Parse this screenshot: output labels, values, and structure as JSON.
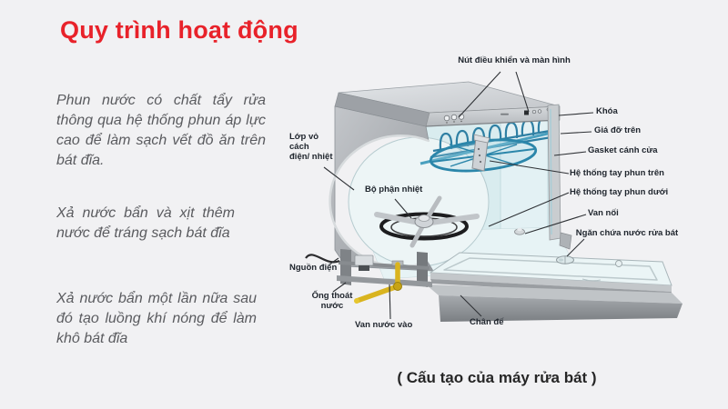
{
  "title": {
    "text": "Quy trình hoạt động"
  },
  "steps": [
    {
      "text": "Phun nước có chất tẩy rửa thông qua hệ thống phun áp lực cao để làm sạch vết đồ ăn trên bát đĩa."
    },
    {
      "text": "Xả nước bẩn và xịt thêm nước để tráng sạch bát đĩa"
    },
    {
      "text": "Xả nước bẩn một lần nữa sau đó tạo luồng khí nóng để làm khô bát đĩa"
    }
  ],
  "caption": "( Cấu tạo của máy rửa bát )",
  "diagram": {
    "labels": {
      "controls": "Nút điều khiển và màn hình",
      "lock": "Khóa",
      "upper_rack": "Giá đỡ trên",
      "door_gasket": "Gasket cánh cửa",
      "upper_spray": "Hệ thống tay phun trên",
      "lower_spray": "Hệ thống tay phun dưới",
      "connector_valve": "Van nối",
      "detergent": "Ngăn chứa nước rửa bát",
      "insulation": "Lớp vỏ\ncách\nđiện/ nhiệt",
      "heater": "Bộ phận nhiệt",
      "power": "Nguồn điện",
      "drain": "Ống thoát\nnước",
      "inlet_valve": "Van nước vào",
      "base": "Chân đế"
    }
  },
  "colors": {
    "background": "#f1f1f3",
    "accent_red": "#e8222a",
    "body_text": "#5a5b5f",
    "label_text": "#20262e",
    "rack_teal": "#2e7fa3",
    "pipe_yellow": "#d9b41f"
  }
}
